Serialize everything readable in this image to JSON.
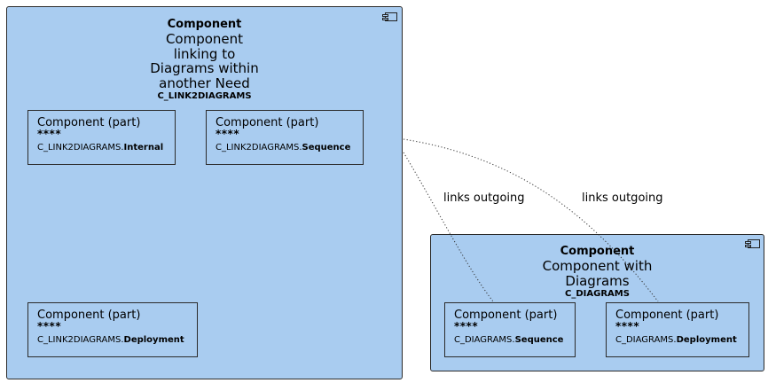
{
  "left_component": {
    "stereotype": "Component",
    "title_lines": [
      "Component",
      "linking to",
      "Diagrams within",
      "another Need"
    ],
    "id": "C_LINK2DIAGRAMS",
    "parts": [
      {
        "label": "Component (part)",
        "stars": "****",
        "id_prefix": "C_LINK2DIAGRAMS.",
        "id_suffix": "Internal"
      },
      {
        "label": "Component (part)",
        "stars": "****",
        "id_prefix": "C_LINK2DIAGRAMS.",
        "id_suffix": "Sequence"
      },
      {
        "label": "Component (part)",
        "stars": "****",
        "id_prefix": "C_LINK2DIAGRAMS.",
        "id_suffix": "Deployment"
      }
    ]
  },
  "right_component": {
    "stereotype": "Component",
    "title_lines": [
      "Component with",
      "Diagrams"
    ],
    "id": "C_DIAGRAMS",
    "parts": [
      {
        "label": "Component (part)",
        "stars": "****",
        "id_prefix": "C_DIAGRAMS.",
        "id_suffix": "Sequence"
      },
      {
        "label": "Component (part)",
        "stars": "****",
        "id_prefix": "C_DIAGRAMS.",
        "id_suffix": "Deployment"
      }
    ]
  },
  "links": [
    {
      "label": "links outgoing"
    },
    {
      "label": "links outgoing"
    }
  ],
  "colors": {
    "component_fill": "#A9CCF0",
    "border": "#2b2b2b",
    "link": "#333333"
  }
}
